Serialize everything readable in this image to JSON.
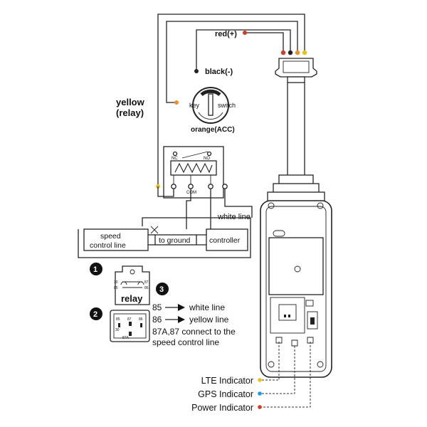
{
  "wires": {
    "red": "red(+)",
    "black": "black(-)",
    "yellow_line1": "yellow",
    "yellow_line2": "(relay)",
    "orange": "orange(ACC)",
    "white": "white line"
  },
  "key_switch": {
    "key": "key",
    "switch": "switch"
  },
  "relay_box": {
    "nc": "NC",
    "no": "NO",
    "com": "COM"
  },
  "blocks": {
    "speed_line1": "speed",
    "speed_line2": "control line",
    "to_ground": "to ground",
    "controller": "controller"
  },
  "steps": {
    "one": "1",
    "two": "2",
    "three": "3"
  },
  "relay_pic": {
    "label": "relay",
    "pins_left": [
      "30",
      "85"
    ],
    "pins_right": [
      "87",
      "86"
    ],
    "bottom_pins": [
      "85",
      "87",
      "86",
      "30",
      "87A"
    ]
  },
  "instructions": {
    "line85_num": "85",
    "line85_text": "white line",
    "line86_num": "86",
    "line86_text": "yellow line",
    "line3a": "87A,87 connect to the",
    "line3b": "speed control line"
  },
  "indicators": [
    {
      "label": "LTE Indicator",
      "color": "#e8c21a"
    },
    {
      "label": "GPS Indicator",
      "color": "#1a9be8"
    },
    {
      "label": "Power Indicator",
      "color": "#d23a2a"
    }
  ],
  "colors": {
    "red": "#d23a2a",
    "orange": "#e8902a",
    "yellow": "#e8c21a",
    "black": "#222222"
  }
}
